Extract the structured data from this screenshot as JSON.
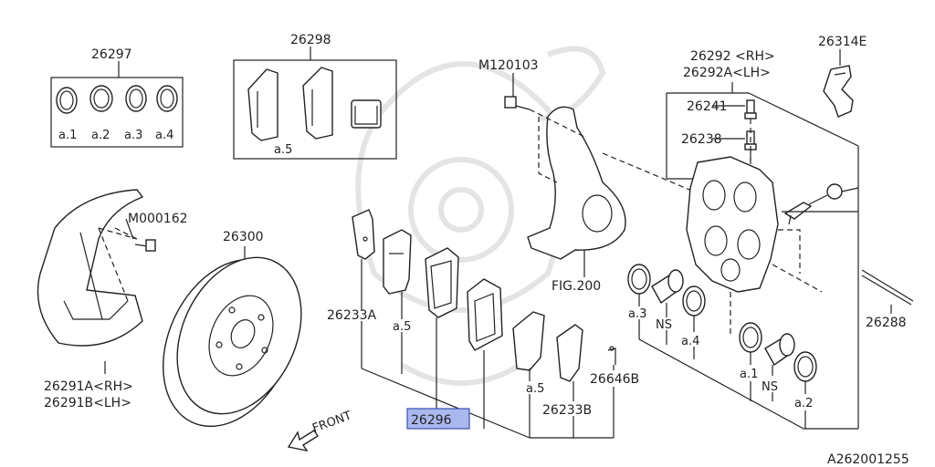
{
  "labels": {
    "p26297": "26297",
    "p26298": "26298",
    "m120103": "M120103",
    "p26292rh": "26292 <RH>",
    "p26292alh": "26292A<LH>",
    "p26314e": "26314E",
    "p26241": "26241",
    "p26238": "26238",
    "m000162": "M000162",
    "p26300": "26300",
    "fig200": "FIG.200",
    "p26233a": "26233A",
    "a5_left": "a.5",
    "a5_right": "a.5",
    "a5_box": "a.5",
    "p26296": "26296",
    "p26646b": "26646B",
    "p26233b": "26233B",
    "p26288": "26288",
    "p26291a": "26291A<RH>",
    "p26291b": "26291B<LH>",
    "a1_box": "a.1",
    "a2_box": "a.2",
    "a3_box": "a.3",
    "a4_box": "a.4",
    "a3_cal": "a.3",
    "ns1": "NS",
    "a4_cal": "a.4",
    "a1_cal": "a.1",
    "ns2": "NS",
    "a2_cal": "a.2",
    "front": "FRONT",
    "figure_code": "A262001255"
  },
  "colors": {
    "ink": "#222222",
    "highlight_fill": "#aab8ee",
    "highlight_border": "#3a4fb0",
    "watermark": "#e4e4e4"
  }
}
